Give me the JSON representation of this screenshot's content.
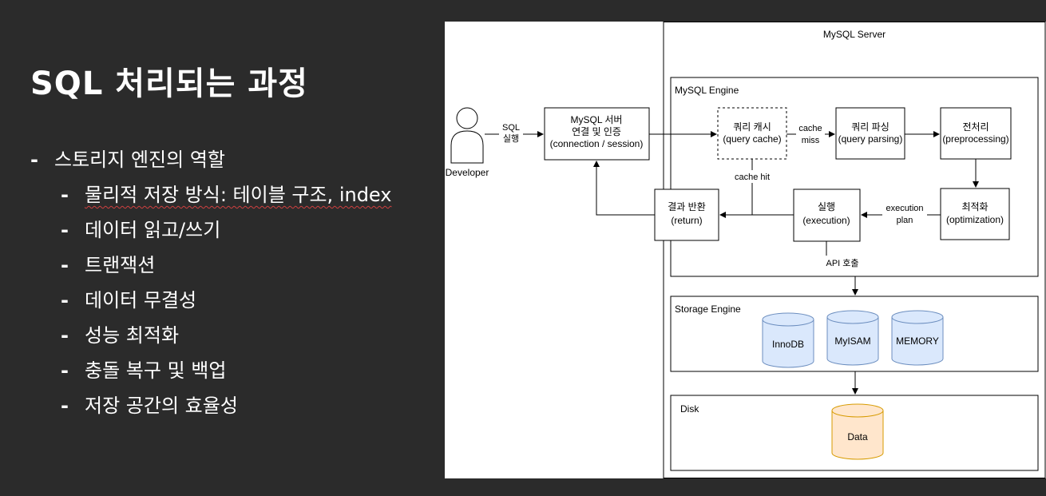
{
  "slide": {
    "title": "SQL 처리되는 과정",
    "main_bullet": "스토리지 엔진의 역할",
    "sub_bullets": [
      "물리적 저장 방식: 테이블 구조, index",
      "데이터 읽고/쓰기",
      "트랜잭션",
      "데이터 무결성",
      "성능 최적화",
      "충돌 복구 및 백업",
      "저장 공간의 효율성"
    ]
  },
  "diagram": {
    "server_label": "MySQL Server",
    "engine_label": "MySQL Engine",
    "storage_label": "Storage Engine",
    "disk_label": "Disk",
    "developer_label": "Developer",
    "sql_label": [
      "SQL",
      "실행"
    ],
    "boxes": {
      "connection": [
        "MySQL 서버",
        "연결 및 인증",
        "(connection / session)"
      ],
      "query_cache": [
        "쿼리 캐시",
        "(query cache)"
      ],
      "parsing": [
        "쿼리 파싱",
        "(query parsing)"
      ],
      "preprocessing": [
        "전처리",
        "(preprocessing)"
      ],
      "optimization": [
        "최적화",
        "(optimization)"
      ],
      "execution": [
        "실행",
        "(execution)"
      ],
      "return": [
        "결과 반환",
        "(return)"
      ]
    },
    "edge_labels": {
      "cache_miss": [
        "cache",
        "miss"
      ],
      "cache_hit": "cache hit",
      "execution_plan": [
        "execution",
        "plan"
      ],
      "api_call": "API 호출"
    },
    "engines": [
      "InnoDB",
      "MyISAM",
      "MEMORY"
    ],
    "data_label": "Data",
    "colors": {
      "engine_fill": "#dae8fc",
      "engine_stroke": "#6c8ebf",
      "data_fill": "#ffe6cc",
      "data_stroke": "#d79b00"
    }
  }
}
